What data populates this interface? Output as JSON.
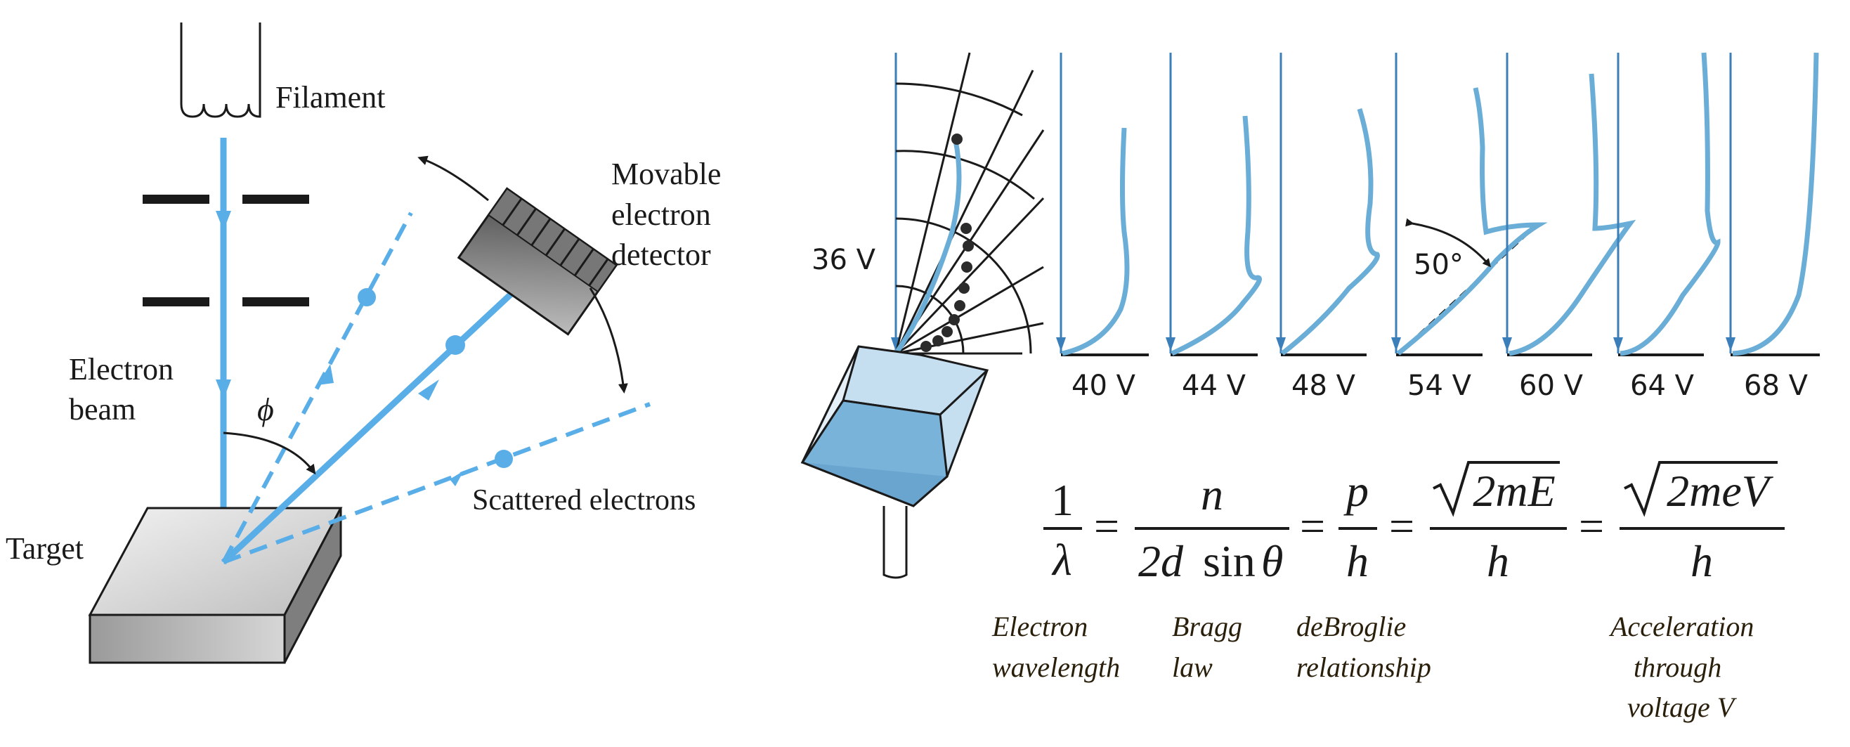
{
  "left_diagram": {
    "labels": {
      "filament": "Filament",
      "movable_detector": [
        "Movable",
        "electron",
        "detector"
      ],
      "electron_beam": [
        "Electron",
        "beam"
      ],
      "phi": "ϕ",
      "scattered": "Scattered electrons",
      "target": "Target"
    }
  },
  "right_diagram": {
    "voltage_labels": [
      "36 V",
      "40 V",
      "44 V",
      "48 V",
      "54 V",
      "60 V",
      "64 V",
      "68 V"
    ],
    "angle_label": "50°"
  },
  "equation": {
    "terms": {
      "t1_num": "1",
      "t1_den": "λ",
      "t2_num": "n",
      "t2_den_d": "2d",
      "t2_den_sin": "sin",
      "t2_den_theta": "θ",
      "t3_num": "p",
      "t3_den": "h",
      "t4_num": "2mE",
      "t4_den": "h",
      "t5_num": "2meV",
      "t5_den": "h",
      "eq": "="
    },
    "captions": {
      "c1": [
        "Electron",
        "wavelength"
      ],
      "c2": [
        "Bragg",
        "law"
      ],
      "c3": [
        "deBroglie",
        "relationship"
      ],
      "c4": [
        "Acceleration",
        "through",
        "voltage V"
      ]
    }
  },
  "colors": {
    "beam": "#5aaee8",
    "curve": "#6aadd6",
    "grid": "#1a1a1a",
    "caption": "#2a1f0a"
  }
}
